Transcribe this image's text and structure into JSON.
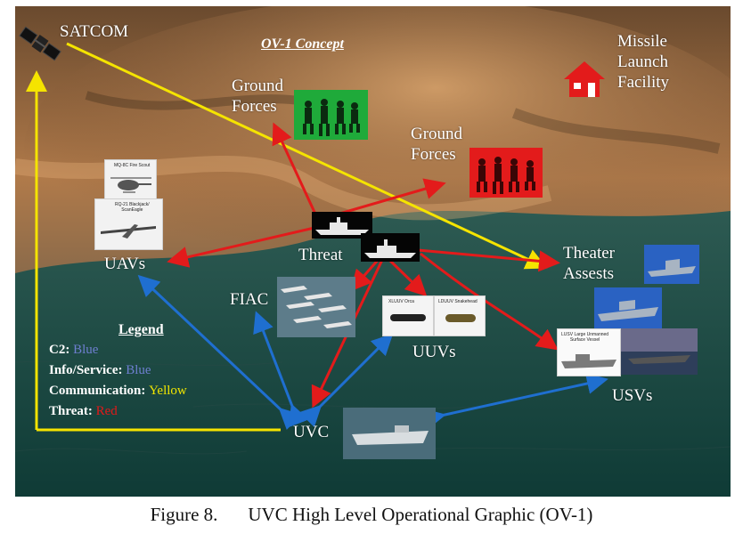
{
  "diagram": {
    "title": "OV-1 Concept",
    "nodes": {
      "satcom": "SATCOM",
      "missile_facility": "Missile\nLaunch\nFacility",
      "ground_forces_green": "Ground\nForces",
      "ground_forces_red": "Ground\nForces",
      "threat": "Threat",
      "uavs": "UAVs",
      "fiac": "FIAC",
      "uuvs": "UUVs",
      "theater_assets": "Theater\nAssests",
      "usvs": "USVs",
      "uvc": "UVC"
    },
    "thumbnails": {
      "uav_top_caption": "MQ-8C Fire Scout",
      "uav_bottom_caption": "RQ-21 Blackjack/\nScanEagle",
      "uuv_left_caption": "XLUUV Orca",
      "uuv_right_caption": "LDUUV Snakehead",
      "usv_caption": "LUSV Large Unmanned\nSurface Vessel"
    },
    "legend": {
      "title": "Legend",
      "rows": [
        {
          "label": "C2",
          "sep": ": ",
          "value": "Blue",
          "color": "#6e7fd0"
        },
        {
          "label": "Info/Service",
          "sep": ":  ",
          "value": "Blue",
          "color": "#6e7fd0"
        },
        {
          "label": "Communication",
          "sep": ": ",
          "value": "Yellow",
          "color": "#f2e600"
        },
        {
          "label": "Threat",
          "sep": ": ",
          "value": "Red",
          "color": "#e11a1a"
        }
      ]
    },
    "colors": {
      "c2_blue": "#1f6fd0",
      "comm_yellow": "#f5e400",
      "threat_red": "#e31b1b",
      "friendly_green": "#1faa3a"
    }
  },
  "figure": {
    "number": "Figure 8.",
    "caption": "UVC High Level Operational Graphic (OV-1)"
  }
}
